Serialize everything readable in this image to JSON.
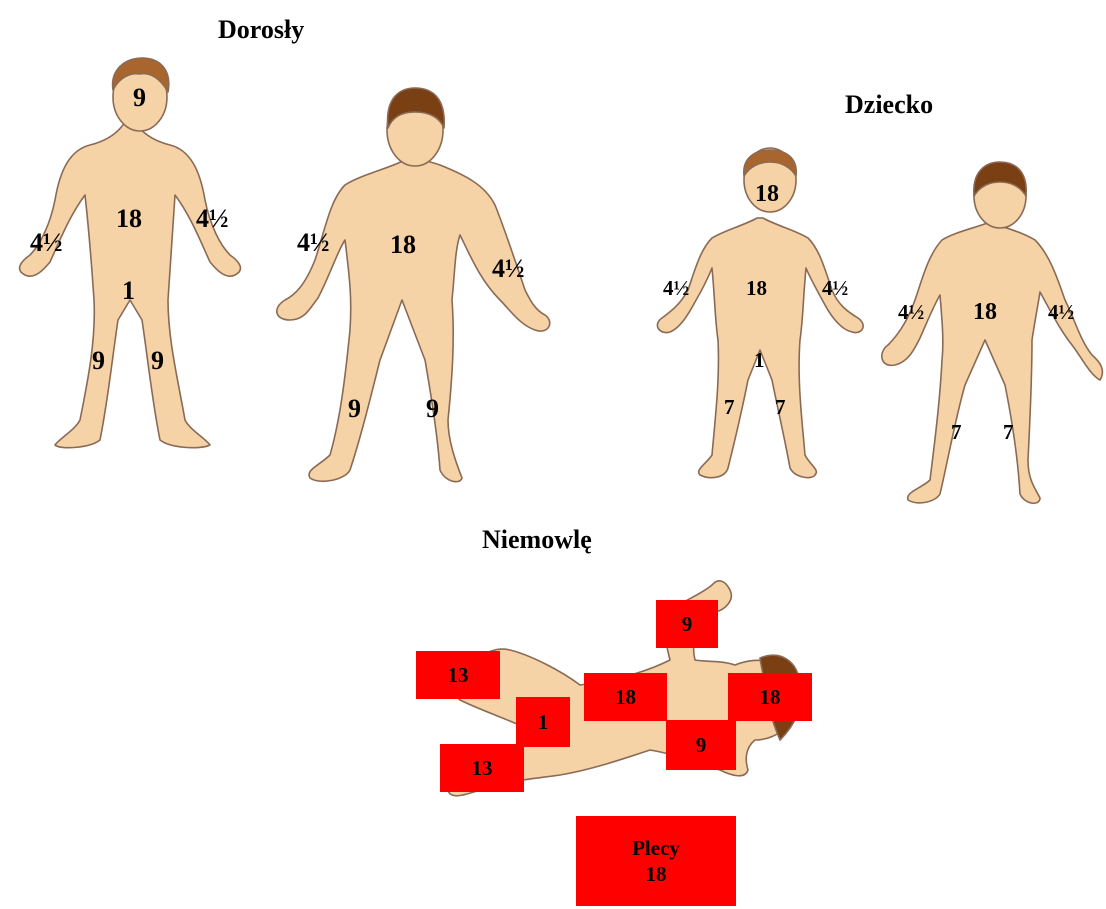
{
  "titles": {
    "adult": "Dorosły",
    "child": "Dziecko",
    "infant": "Niemowlę"
  },
  "adult_front": {
    "head": "9",
    "chest": "18",
    "left_arm": "4½",
    "right_arm": "4½",
    "groin": "1",
    "left_leg": "9",
    "right_leg": "9"
  },
  "adult_back": {
    "torso": "18",
    "left_arm": "4½",
    "right_arm": "4½",
    "left_leg": "9",
    "right_leg": "9"
  },
  "child_front": {
    "head": "18",
    "chest": "18",
    "left_arm": "4½",
    "right_arm": "4½",
    "groin": "1",
    "left_leg": "7",
    "right_leg": "7"
  },
  "child_back": {
    "torso": "18",
    "left_arm": "4½",
    "right_arm": "4½",
    "left_leg": "7",
    "right_leg": "7"
  },
  "infant": {
    "upper_arm": "9",
    "lower_arm": "9",
    "head": "18",
    "torso": "18",
    "groin": "1",
    "upper_leg": "13",
    "lower_leg": "13",
    "back_label": "Plecy",
    "back_value": "18"
  },
  "colors": {
    "skin": "#f6d3a6",
    "outline": "#8a6a55",
    "hair": "#7a3f12",
    "box": "#ff0000"
  }
}
